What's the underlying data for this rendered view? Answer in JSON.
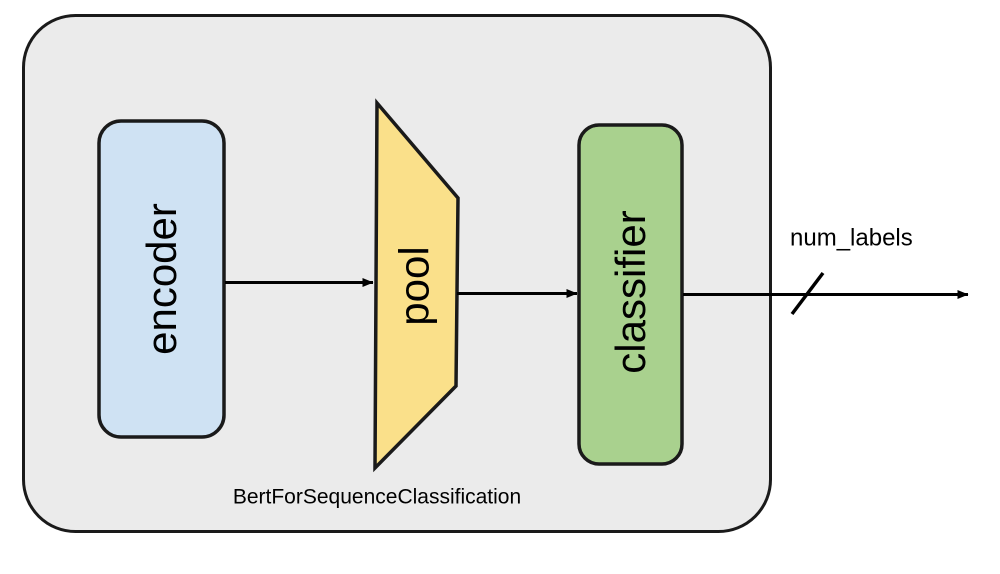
{
  "diagram": {
    "title": "BertForSequenceClassification",
    "type": "block-flow-diagram",
    "background_color": "#ffffff",
    "container": {
      "name": "BertForSequenceClassification",
      "caption": "BertForSequenceClassification",
      "fill_color": "#ebebeb",
      "stroke_color": "#1a1a1a"
    },
    "nodes": [
      {
        "id": "encoder",
        "label": "encoder",
        "shape": "rounded-rectangle",
        "fill_color": "#cfe2f3",
        "stroke_color": "#1a1a1a",
        "text_orientation": "vertical-bottom-to-top"
      },
      {
        "id": "pool",
        "label": "pool",
        "shape": "trapezoid",
        "fill_color": "#fae08a",
        "stroke_color": "#1a1a1a",
        "text_orientation": "vertical-bottom-to-top"
      },
      {
        "id": "classifier",
        "label": "classifier",
        "shape": "rounded-rectangle",
        "fill_color": "#a9d18e",
        "stroke_color": "#1a1a1a",
        "text_orientation": "vertical-bottom-to-top"
      }
    ],
    "edges": [
      {
        "id": "encoder-to-pool",
        "from": "encoder",
        "to": "pool",
        "label": "",
        "style": "solid-arrow"
      },
      {
        "id": "pool-to-classifier",
        "from": "pool",
        "to": "classifier",
        "label": "",
        "style": "solid-arrow"
      },
      {
        "id": "classifier-output",
        "from": "classifier",
        "to": "output",
        "label": "num_labels",
        "style": "solid-arrow-with-dimension-slash"
      }
    ]
  }
}
